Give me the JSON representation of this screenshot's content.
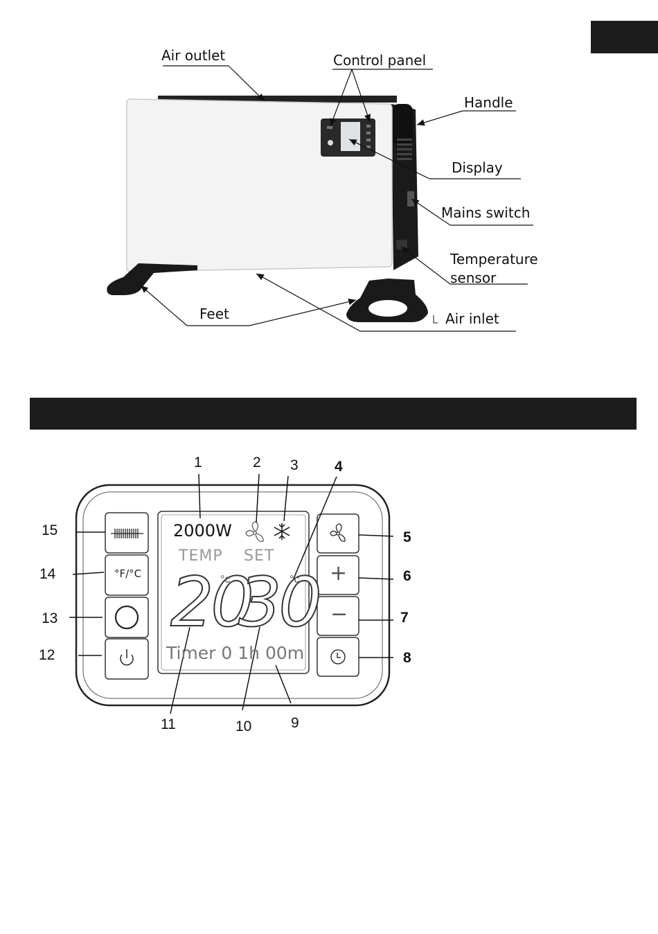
{
  "product_labels": {
    "air_outlet": "Air outlet",
    "control_panel": "Control panel",
    "handle": "Handle",
    "display": "Display",
    "mains_switch": "Mains switch",
    "temperature_sensor_line1": "Temperature",
    "temperature_sensor_line2": "sensor",
    "feet": "Feet",
    "air_inlet": "Air inlet"
  },
  "panel": {
    "power_text": "2000W",
    "temp_label": "TEMP",
    "set_label": "SET",
    "current_temp": "20",
    "set_temp": "30",
    "temp_unit": "°c",
    "timer_text": "Timer 0 1h 00m",
    "unit_button": "°F/°C",
    "plus": "+",
    "minus": "−"
  },
  "callouts": [
    "1",
    "2",
    "3",
    "4",
    "5",
    "6",
    "7",
    "8",
    "9",
    "10",
    "11",
    "12",
    "13",
    "14",
    "15"
  ],
  "colors": {
    "dark_bar": "#1c1c1c",
    "heater_body": "#f2f2f2",
    "heater_frame": "#1a1a1a"
  }
}
